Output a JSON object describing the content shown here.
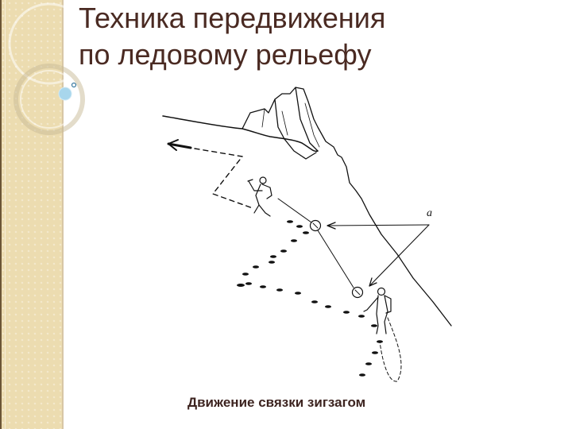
{
  "slide": {
    "title_line1": "Техника передвижения",
    "title_line2": "по ледовому рельефу",
    "caption": "Движение связки зигзагом"
  },
  "figure": {
    "label_a": "a",
    "description": "rope team zigzag movement on ice slope with ice screws and anchor point a"
  },
  "theme": {
    "sidebar_color": "#ecdcb0",
    "title_color": "#4a2a22",
    "accent_dot": "#a8d6ec"
  }
}
